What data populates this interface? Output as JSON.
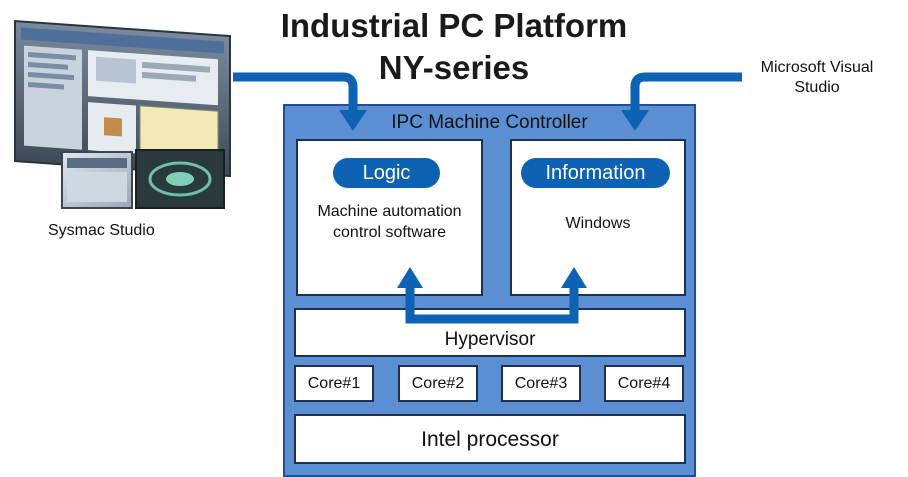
{
  "title": {
    "line1": "Industrial PC Platform",
    "line2": "NY-series"
  },
  "left_tool": {
    "label": "Sysmac Studio",
    "icon": "software-screenshots"
  },
  "right_tool": {
    "label": "Microsoft Visual Studio"
  },
  "controller": {
    "title": "IPC Machine Controller",
    "logic": {
      "badge": "Logic",
      "text": "Machine automation control software"
    },
    "information": {
      "badge": "Information",
      "text": "Windows"
    },
    "hypervisor": "Hypervisor",
    "cores": [
      "Core#1",
      "Core#2",
      "Core#3",
      "Core#4"
    ],
    "processor": "Intel processor"
  },
  "colors": {
    "controller_fill": "#5b8fd1",
    "arrow": "#0e62b3",
    "badge": "#0e62b3",
    "box_border": "#1c2f55"
  }
}
